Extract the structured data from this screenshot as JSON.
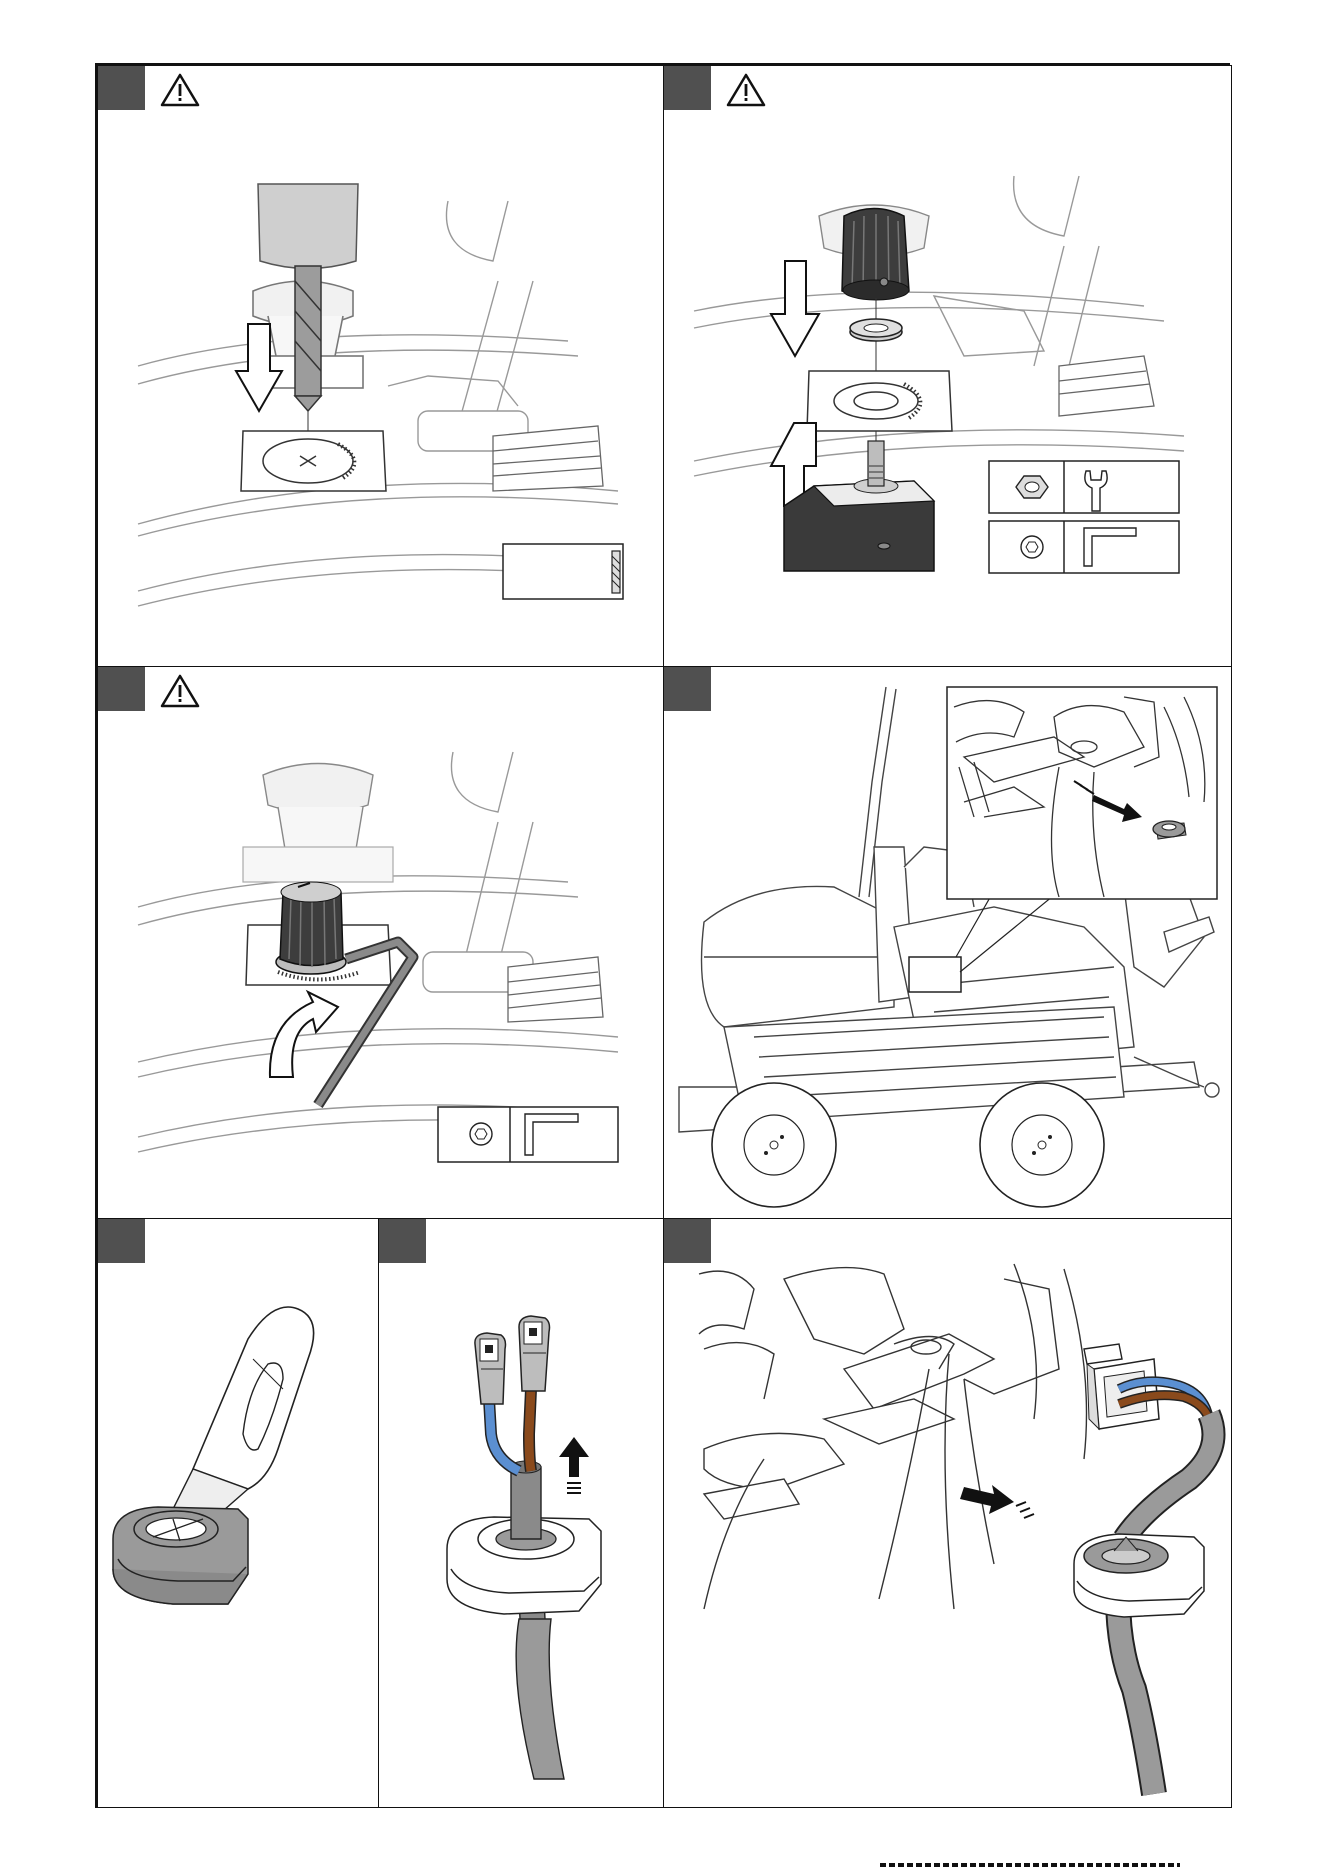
{
  "page": {
    "type": "assembly-instruction-sheet"
  },
  "icons": {
    "warning": "warning-triangle-icon",
    "drill_bit": "drill-bit-icon",
    "hex_nut": "hex-nut-icon",
    "wrench": "open-end-wrench-icon",
    "hex_socket": "hex-socket-icon",
    "allen_key": "allen-key-icon"
  },
  "panels": [
    {
      "id": "drill-hole",
      "has_warning": true,
      "tools": [
        "drill-bit-icon"
      ]
    },
    {
      "id": "mount-potentiometer",
      "has_warning": true,
      "tools": [
        "hex-nut-icon",
        "open-end-wrench-icon",
        "hex-socket-icon",
        "allen-key-icon"
      ]
    },
    {
      "id": "tighten-knob",
      "has_warning": true,
      "tools": [
        "hex-socket-icon",
        "allen-key-icon"
      ]
    },
    {
      "id": "remove-grommet",
      "has_warning": false,
      "tools": []
    },
    {
      "id": "cut-grommet",
      "has_warning": false,
      "tools": []
    },
    {
      "id": "thread-cable",
      "has_warning": false,
      "tools": []
    },
    {
      "id": "insert-grommet",
      "has_warning": false,
      "tools": []
    }
  ],
  "colors": {
    "step_tab": "#505050",
    "grommet_grey": "#9a9a9a",
    "cable_grey": "#8a8a8a",
    "wire_blue": "#5b8fd1",
    "wire_brown": "#8a4a1c",
    "line": "#222222"
  }
}
